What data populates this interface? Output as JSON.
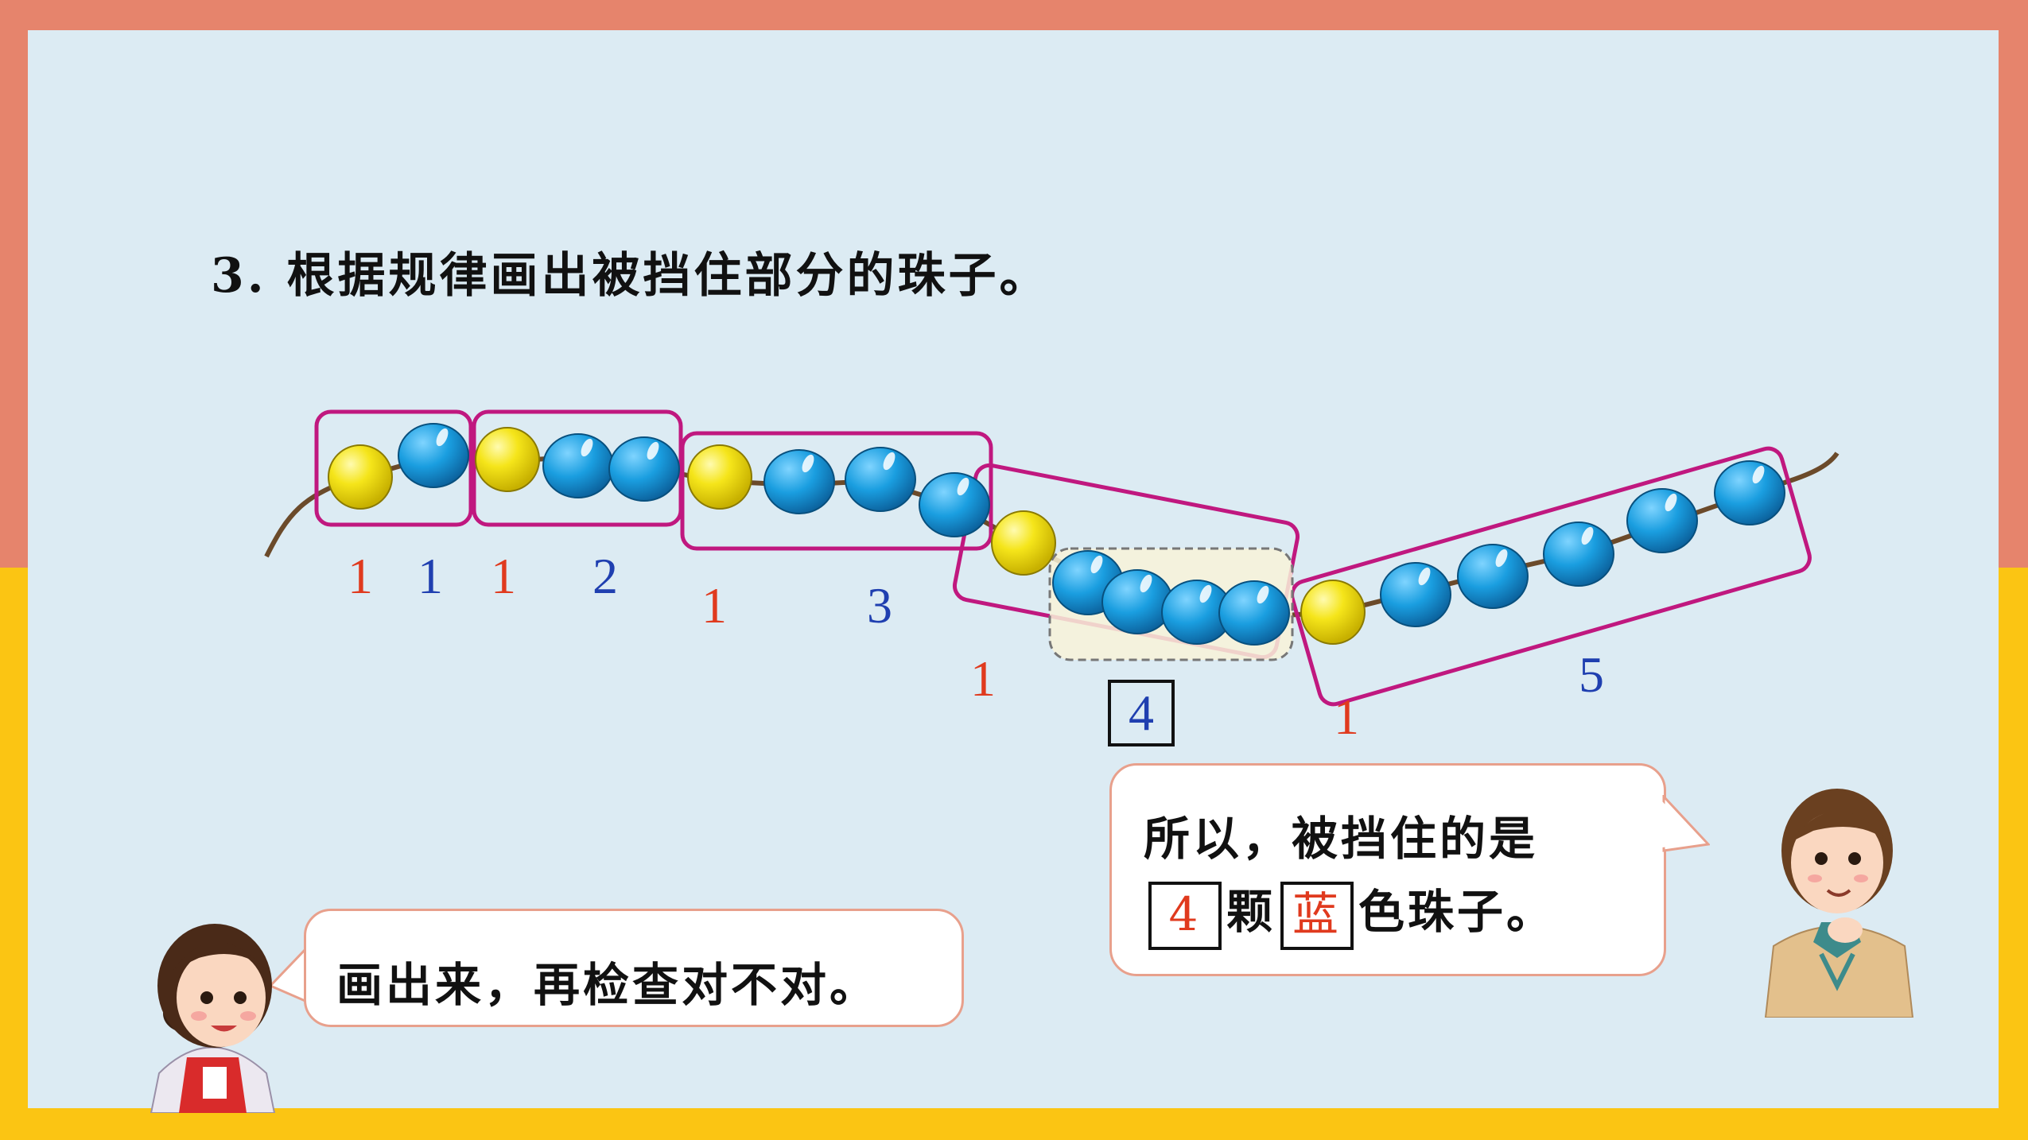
{
  "question": {
    "title": "3. 根据规律画出被挡住部分的珠子。"
  },
  "pattern_labels": [
    {
      "text": "1",
      "color": "red"
    },
    {
      "text": "1",
      "color": "blue"
    },
    {
      "text": "1",
      "color": "red"
    },
    {
      "text": "2",
      "color": "blue"
    },
    {
      "text": "1",
      "color": "red"
    },
    {
      "text": "3",
      "color": "blue"
    },
    {
      "text": "1",
      "color": "red"
    },
    {
      "text": "4",
      "color": "blue"
    },
    {
      "text": "1",
      "color": "red"
    },
    {
      "text": "5",
      "color": "blue"
    }
  ],
  "girl_bubble": {
    "text": "画出来，再检查对不对。"
  },
  "boy_bubble": {
    "line1": "所以，被挡住的是",
    "count_answer": "4",
    "word_ke": "颗",
    "color_answer": "蓝",
    "line2_end": "色珠子。"
  },
  "colors": {
    "frame_top": "#e6846c",
    "frame_bottom": "#fbc513",
    "panel": "#dcebf3",
    "group_outline": "#c0187f",
    "yellow_bead": "#f5e51a",
    "blue_bead": "#1a9ee0",
    "string": "#6b4a2a",
    "red_number": "#e03a1e",
    "blue_number": "#1f3fb0"
  },
  "icons": [
    "yellow-bead",
    "blue-bead",
    "girl-character",
    "boy-character"
  ]
}
